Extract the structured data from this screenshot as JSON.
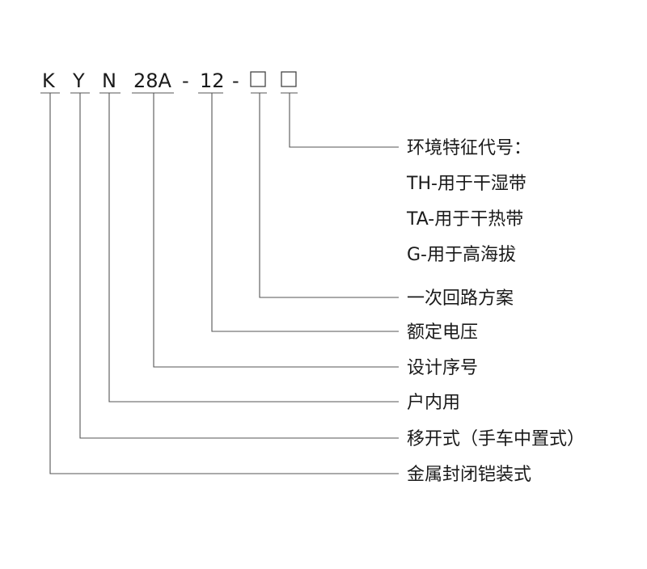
{
  "model_code": {
    "segments": [
      "K",
      "Y",
      "N",
      "28A",
      "-",
      "12",
      "-"
    ],
    "boxes": 2
  },
  "legend": {
    "env_title": "环境特征代号：",
    "env_options": [
      "TH-用于干湿带",
      "TA-用于干热带",
      "G-用于高海拔"
    ],
    "scheme": "一次回路方案",
    "rated_voltage": "额定电压",
    "design_no": "设计序号",
    "indoor": "户内用",
    "removable": "移开式（手车中置式）",
    "metal_clad": "金属封闭铠装式"
  },
  "colors": {
    "line": "#444444",
    "text": "#1a1a1a"
  }
}
